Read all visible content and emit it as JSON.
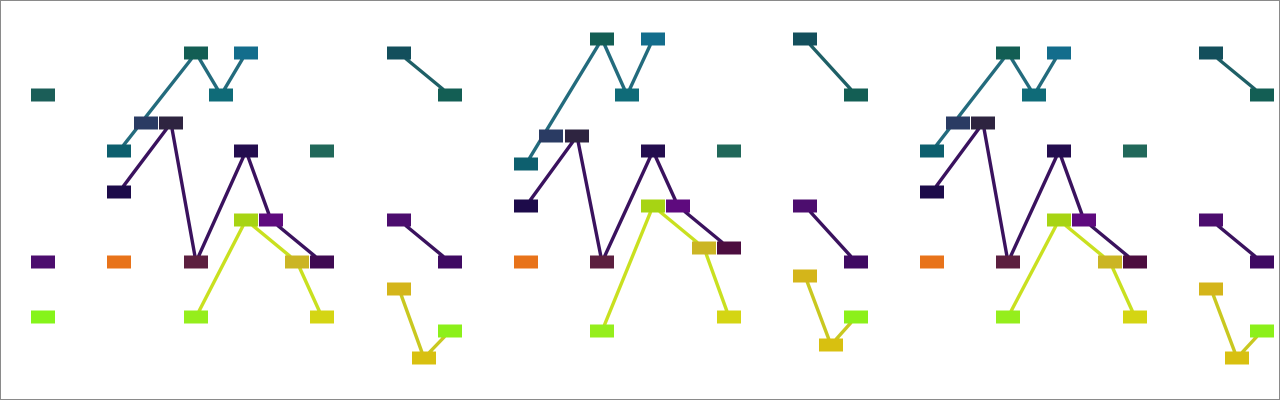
{
  "diagram": {
    "type": "node-link graph",
    "panels": [
      {
        "nodes": [
          {
            "id": "a1",
            "color": "#1b5e58"
          },
          {
            "id": "a2",
            "color": "#135e54"
          },
          {
            "id": "a3",
            "color": "#136d8c"
          },
          {
            "id": "a4",
            "color": "#0f6b78"
          },
          {
            "id": "a5",
            "color": "#2a3b63"
          },
          {
            "id": "a6",
            "color": "#2e2440"
          },
          {
            "id": "a7",
            "color": "#0d5f6e"
          },
          {
            "id": "a8",
            "color": "#240d4f"
          },
          {
            "id": "a9",
            "color": "#21685a"
          },
          {
            "id": "a10",
            "color": "#1d0b4a"
          },
          {
            "id": "a11",
            "color": "#a7d413"
          },
          {
            "id": "a12",
            "color": "#5e0a7e"
          },
          {
            "id": "a13",
            "color": "#4c0d6e"
          },
          {
            "id": "a14",
            "color": "#e8731a"
          },
          {
            "id": "a15",
            "color": "#5c1f3f"
          },
          {
            "id": "a16",
            "color": "#cbb524"
          },
          {
            "id": "a17",
            "color": "#3f0a52"
          },
          {
            "id": "a18",
            "color": "#86f41a"
          },
          {
            "id": "a19",
            "color": "#95ee1c"
          },
          {
            "id": "a20",
            "color": "#d4d513"
          }
        ],
        "edges": [
          {
            "from": "a7",
            "to": "a2",
            "color": "#236b7d"
          },
          {
            "from": "a2",
            "to": "a4",
            "color": "#236b7d"
          },
          {
            "from": "a4",
            "to": "a3",
            "color": "#236b7d"
          },
          {
            "from": "a10",
            "to": "a6",
            "color": "#3a125e"
          },
          {
            "from": "a6",
            "to": "a15",
            "color": "#3a125e"
          },
          {
            "from": "a15",
            "to": "a8",
            "color": "#3a125e"
          },
          {
            "from": "a8",
            "to": "a12",
            "color": "#3a125e"
          },
          {
            "from": "a12",
            "to": "a17",
            "color": "#3a125e"
          },
          {
            "from": "a19",
            "to": "a11",
            "color": "#c9e020"
          },
          {
            "from": "a11",
            "to": "a16",
            "color": "#c9e020"
          },
          {
            "from": "a16",
            "to": "a20",
            "color": "#c9e020"
          }
        ]
      },
      {
        "nodes": [
          {
            "id": "b1",
            "color": "#134f5c"
          },
          {
            "id": "b2",
            "color": "#135e54"
          },
          {
            "id": "b3",
            "color": "#4c0d6e"
          },
          {
            "id": "b4",
            "color": "#3f0a62"
          },
          {
            "id": "b5",
            "color": "#d4b51a"
          },
          {
            "id": "b6",
            "color": "#d8c010"
          },
          {
            "id": "b7",
            "color": "#8cf01a"
          }
        ],
        "edges": [
          {
            "from": "b1",
            "to": "b2",
            "color": "#1e5f66"
          },
          {
            "from": "b3",
            "to": "b4",
            "color": "#3a125e"
          },
          {
            "from": "b5",
            "to": "b6",
            "color": "#c9c820"
          },
          {
            "from": "b6",
            "to": "b7",
            "color": "#c9c820"
          }
        ]
      },
      {
        "nodes": [
          {
            "id": "c1",
            "color": "#135e54"
          },
          {
            "id": "c2",
            "color": "#136d8c"
          },
          {
            "id": "c3",
            "color": "#0f6b78"
          },
          {
            "id": "c4",
            "color": "#2a3b63"
          },
          {
            "id": "c5",
            "color": "#2e2440"
          },
          {
            "id": "c6",
            "color": "#0d5f6e"
          },
          {
            "id": "c7",
            "color": "#240d4f"
          },
          {
            "id": "c8",
            "color": "#21685a"
          },
          {
            "id": "c9",
            "color": "#1d0b4a"
          },
          {
            "id": "c10",
            "color": "#a7d413"
          },
          {
            "id": "c11",
            "color": "#5e0a7e"
          },
          {
            "id": "c12",
            "color": "#cbb524"
          },
          {
            "id": "c13",
            "color": "#4c0d3f"
          },
          {
            "id": "c14",
            "color": "#e8731a"
          },
          {
            "id": "c15",
            "color": "#5c1f3f"
          },
          {
            "id": "c16",
            "color": "#95ee1c"
          },
          {
            "id": "c17",
            "color": "#d4d513"
          }
        ],
        "edges": [
          {
            "from": "c6",
            "to": "c1",
            "color": "#236b7d"
          },
          {
            "from": "c1",
            "to": "c3",
            "color": "#236b7d"
          },
          {
            "from": "c3",
            "to": "c2",
            "color": "#236b7d"
          },
          {
            "from": "c9",
            "to": "c5",
            "color": "#3a125e"
          },
          {
            "from": "c5",
            "to": "c15",
            "color": "#3a125e"
          },
          {
            "from": "c15",
            "to": "c7",
            "color": "#3a125e"
          },
          {
            "from": "c7",
            "to": "c11",
            "color": "#3a125e"
          },
          {
            "from": "c11",
            "to": "c13",
            "color": "#3a125e"
          },
          {
            "from": "c16",
            "to": "c10",
            "color": "#c9e020"
          },
          {
            "from": "c10",
            "to": "c12",
            "color": "#c9e020"
          },
          {
            "from": "c12",
            "to": "c17",
            "color": "#c9e020"
          }
        ]
      },
      {
        "nodes": [
          {
            "id": "d1",
            "color": "#134f5c"
          },
          {
            "id": "d2",
            "color": "#135e54"
          },
          {
            "id": "d3",
            "color": "#4c0d6e"
          },
          {
            "id": "d4",
            "color": "#3f0a62"
          },
          {
            "id": "d5",
            "color": "#d4b51a"
          },
          {
            "id": "d6",
            "color": "#d8c010"
          },
          {
            "id": "d7",
            "color": "#8cf01a"
          }
        ],
        "edges": [
          {
            "from": "d1",
            "to": "d2",
            "color": "#1e5f66"
          },
          {
            "from": "d3",
            "to": "d4",
            "color": "#3a125e"
          },
          {
            "from": "d5",
            "to": "d6",
            "color": "#c9c820"
          },
          {
            "from": "d6",
            "to": "d7",
            "color": "#c9c820"
          }
        ]
      },
      {
        "nodes": [
          {
            "id": "e1",
            "color": "#135e54"
          },
          {
            "id": "e2",
            "color": "#136d8c"
          },
          {
            "id": "e3",
            "color": "#0f6b78"
          },
          {
            "id": "e4",
            "color": "#2a3b63"
          },
          {
            "id": "e5",
            "color": "#2e2440"
          },
          {
            "id": "e6",
            "color": "#0d5f6e"
          },
          {
            "id": "e7",
            "color": "#240d4f"
          },
          {
            "id": "e8",
            "color": "#21685a"
          },
          {
            "id": "e9",
            "color": "#1d0b4a"
          },
          {
            "id": "e10",
            "color": "#a7d413"
          },
          {
            "id": "e11",
            "color": "#5e0a7e"
          },
          {
            "id": "e12",
            "color": "#e8731a"
          },
          {
            "id": "e13",
            "color": "#5c1f3f"
          },
          {
            "id": "e14",
            "color": "#cbb524"
          },
          {
            "id": "e15",
            "color": "#4c0d3f"
          },
          {
            "id": "e16",
            "color": "#95ee1c"
          },
          {
            "id": "e17",
            "color": "#d4d513"
          }
        ],
        "edges": [
          {
            "from": "e6",
            "to": "e1",
            "color": "#236b7d"
          },
          {
            "from": "e1",
            "to": "e3",
            "color": "#236b7d"
          },
          {
            "from": "e3",
            "to": "e2",
            "color": "#236b7d"
          },
          {
            "from": "e9",
            "to": "e5",
            "color": "#3a125e"
          },
          {
            "from": "e5",
            "to": "e13",
            "color": "#3a125e"
          },
          {
            "from": "e13",
            "to": "e7",
            "color": "#3a125e"
          },
          {
            "from": "e7",
            "to": "e11",
            "color": "#3a125e"
          },
          {
            "from": "e11",
            "to": "e15",
            "color": "#3a125e"
          },
          {
            "from": "e16",
            "to": "e10",
            "color": "#c9e020"
          },
          {
            "from": "e10",
            "to": "e14",
            "color": "#c9e020"
          },
          {
            "from": "e14",
            "to": "e17",
            "color": "#c9e020"
          }
        ]
      },
      {
        "nodes": [
          {
            "id": "f1",
            "color": "#134f5c"
          },
          {
            "id": "f2",
            "color": "#135e54"
          },
          {
            "id": "f3",
            "color": "#4c0d6e"
          },
          {
            "id": "f4",
            "color": "#3f0a62"
          },
          {
            "id": "f5",
            "color": "#d4b51a"
          },
          {
            "id": "f6",
            "color": "#d8c010"
          },
          {
            "id": "f7",
            "color": "#8cf01a"
          }
        ],
        "edges": [
          {
            "from": "f1",
            "to": "f2",
            "color": "#1e5f66"
          },
          {
            "from": "f3",
            "to": "f4",
            "color": "#3a125e"
          },
          {
            "from": "f5",
            "to": "f6",
            "color": "#c9c820"
          },
          {
            "from": "f6",
            "to": "f7",
            "color": "#c9c820"
          }
        ]
      }
    ]
  }
}
